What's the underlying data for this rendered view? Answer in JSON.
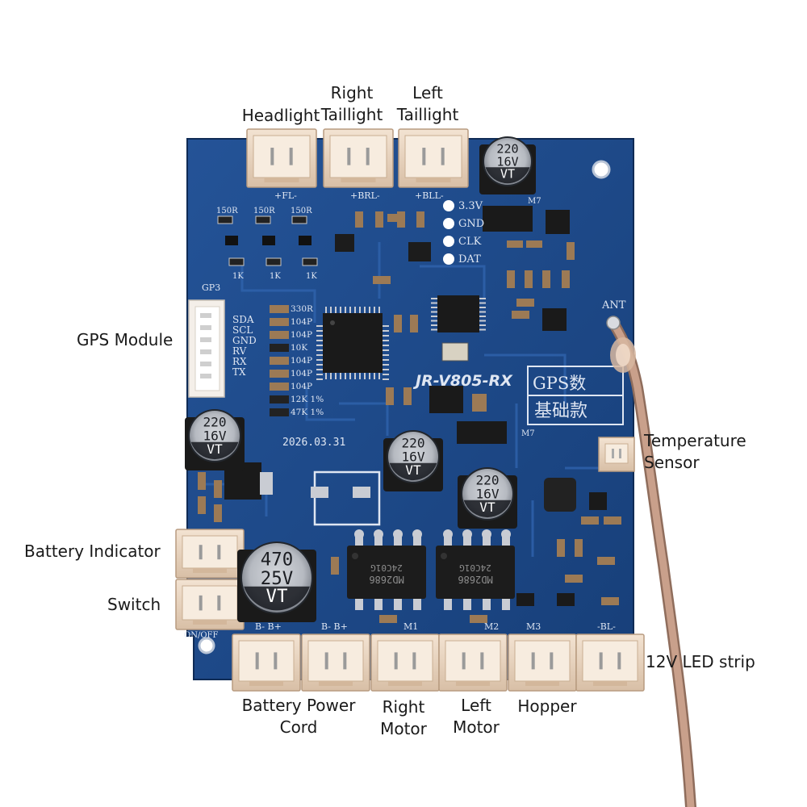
{
  "board": {
    "silk": {
      "model": "JR-V805-RX",
      "date": "2026.03.31",
      "gps_box_top": "GPS数",
      "gps_box_bottom": "基础款",
      "gps_header": "GP3",
      "gps_pins": [
        "SDA",
        "SCL",
        "GND",
        "RV",
        "RX",
        "TX"
      ],
      "ant": "ANT",
      "prog_pins": [
        "3.3V",
        "GND",
        "CLK",
        "DAT"
      ],
      "resistor_labels": [
        "150R",
        "150R",
        "150R"
      ],
      "k_labels": [
        "1K",
        "1K",
        "1K"
      ],
      "list_values": [
        "330R",
        "104P",
        "104P",
        "10K",
        "104P",
        "104P",
        "104P",
        "12K 1%",
        "47K 1%"
      ],
      "conn_bottom": [
        "B-  B+",
        "B-  B+",
        "M1",
        "M2",
        "M3",
        "-BL-"
      ],
      "conn_top": [
        "+FL-",
        "+BRL-",
        "+BLL-"
      ],
      "on_off": "ON/OFF",
      "ic_left": "MD2686",
      "ic_right": "MD2686",
      "ic_code": "24C01G",
      "m7": "M7",
      "m7_mid": "M7"
    },
    "caps": [
      {
        "value": "220",
        "voltage": "16V",
        "series": "VT"
      },
      {
        "value": "220",
        "voltage": "16V",
        "series": "VT"
      },
      {
        "value": "220",
        "voltage": "16V",
        "series": "VT"
      },
      {
        "value": "220",
        "voltage": "16V",
        "series": "VT"
      },
      {
        "value": "470",
        "voltage": "25V",
        "series": "VT"
      }
    ],
    "colors": {
      "pcb": "#1d4a8c",
      "pcb_dark": "#143766",
      "connector": "#ecd8c4",
      "silkscreen": "#dfe6f2",
      "wire": "#c79a84"
    }
  },
  "labels": {
    "headlight": [
      "Headlight"
    ],
    "right_taillight": [
      "Right",
      "Taillight"
    ],
    "left_taillight": [
      "Left",
      "Taillight"
    ],
    "gps_module": [
      "GPS Module"
    ],
    "temperature_sensor": [
      "Temperature",
      "Sensor"
    ],
    "battery_indicator": [
      "Battery Indicator"
    ],
    "switch": [
      "Switch"
    ],
    "led_strip": [
      "12V LED strip"
    ],
    "battery_power_cord": [
      "Battery Power",
      "Cord"
    ],
    "right_motor": [
      "Right",
      "Motor"
    ],
    "left_motor": [
      "Left",
      "Motor"
    ],
    "hopper": [
      "Hopper"
    ]
  }
}
